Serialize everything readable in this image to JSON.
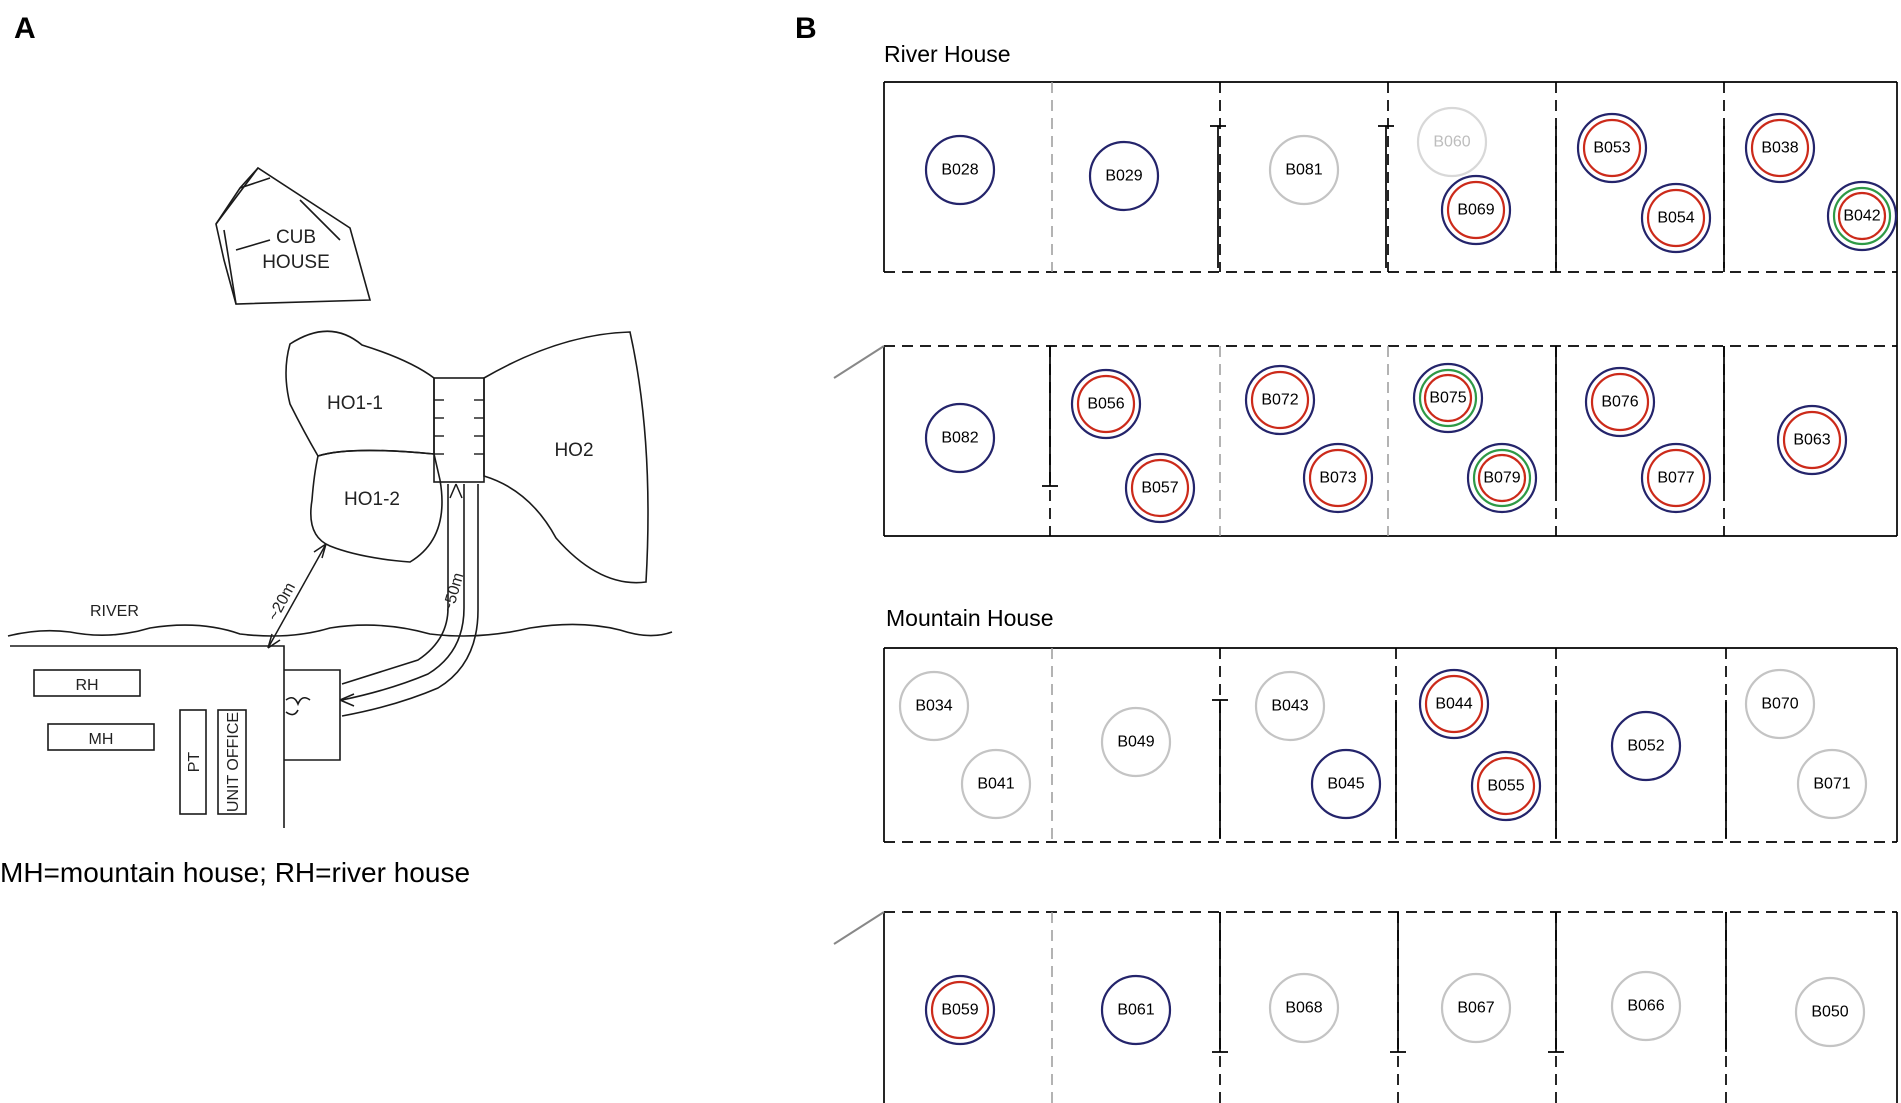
{
  "panel_a": {
    "label": "A",
    "areas": {
      "cub_house_line1": "CUB",
      "cub_house_line2": "HOUSE",
      "ho1_1": "HO1-1",
      "ho1_2": "HO1-2",
      "ho2": "HO2",
      "river": "RIVER",
      "rh": "RH",
      "mh": "MH",
      "pt": "PT",
      "unit_office": "UNIT OFFICE"
    },
    "distances": {
      "short": "~20m",
      "long": "~50m"
    },
    "legend": "MH=mountain house; RH=river house"
  },
  "panel_b": {
    "label": "B",
    "colors": {
      "navy": "#24246b",
      "red": "#cc2a1a",
      "green": "#2e9a46",
      "gray": "#c4c4c4"
    },
    "river_house": {
      "title": "River House",
      "animals": [
        {
          "id": "B028",
          "rings": [
            "navy"
          ]
        },
        {
          "id": "B029",
          "rings": [
            "navy"
          ]
        },
        {
          "id": "B081",
          "rings": [
            "gray"
          ]
        },
        {
          "id": "B060",
          "rings": [
            "gray-faint"
          ]
        },
        {
          "id": "B069",
          "rings": [
            "navy",
            "red"
          ]
        },
        {
          "id": "B053",
          "rings": [
            "navy",
            "red"
          ]
        },
        {
          "id": "B054",
          "rings": [
            "navy",
            "red"
          ]
        },
        {
          "id": "B038",
          "rings": [
            "navy",
            "red"
          ]
        },
        {
          "id": "B042",
          "rings": [
            "navy",
            "green",
            "red"
          ]
        },
        {
          "id": "B082",
          "rings": [
            "navy"
          ]
        },
        {
          "id": "B056",
          "rings": [
            "navy",
            "red"
          ]
        },
        {
          "id": "B057",
          "rings": [
            "navy",
            "red"
          ]
        },
        {
          "id": "B072",
          "rings": [
            "navy",
            "red"
          ]
        },
        {
          "id": "B073",
          "rings": [
            "navy",
            "red"
          ]
        },
        {
          "id": "B075",
          "rings": [
            "navy",
            "green",
            "red"
          ]
        },
        {
          "id": "B079",
          "rings": [
            "navy",
            "green",
            "red"
          ]
        },
        {
          "id": "B076",
          "rings": [
            "navy",
            "red"
          ]
        },
        {
          "id": "B077",
          "rings": [
            "navy",
            "red"
          ]
        },
        {
          "id": "B063",
          "rings": [
            "navy",
            "red"
          ]
        }
      ]
    },
    "mountain_house": {
      "title": "Mountain House",
      "animals": [
        {
          "id": "B034",
          "rings": [
            "gray"
          ]
        },
        {
          "id": "B041",
          "rings": [
            "gray"
          ]
        },
        {
          "id": "B049",
          "rings": [
            "gray"
          ]
        },
        {
          "id": "B043",
          "rings": [
            "gray"
          ]
        },
        {
          "id": "B045",
          "rings": [
            "navy"
          ]
        },
        {
          "id": "B044",
          "rings": [
            "navy",
            "red"
          ]
        },
        {
          "id": "B055",
          "rings": [
            "navy",
            "red"
          ]
        },
        {
          "id": "B052",
          "rings": [
            "navy"
          ]
        },
        {
          "id": "B070",
          "rings": [
            "gray"
          ]
        },
        {
          "id": "B071",
          "rings": [
            "gray"
          ]
        },
        {
          "id": "B059",
          "rings": [
            "navy",
            "red"
          ]
        },
        {
          "id": "B061",
          "rings": [
            "navy"
          ]
        },
        {
          "id": "B068",
          "rings": [
            "gray"
          ]
        },
        {
          "id": "B067",
          "rings": [
            "gray"
          ]
        },
        {
          "id": "B066",
          "rings": [
            "gray"
          ]
        },
        {
          "id": "B050",
          "rings": [
            "gray"
          ]
        }
      ]
    }
  }
}
